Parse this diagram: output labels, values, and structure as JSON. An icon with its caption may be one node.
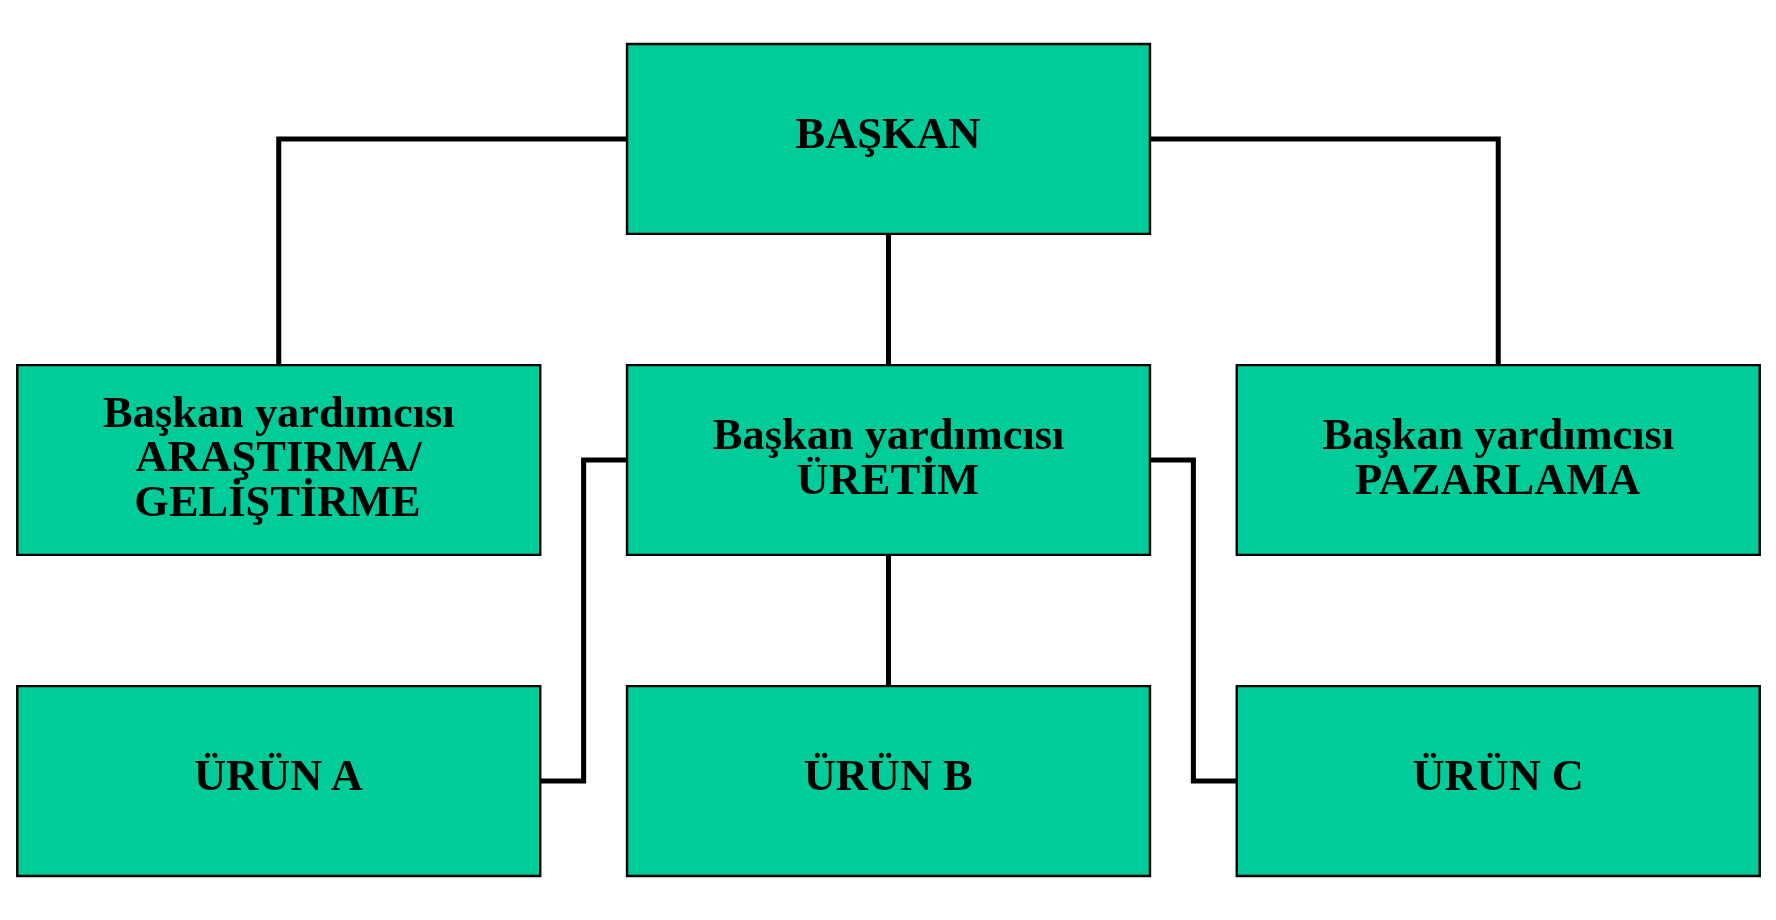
{
  "diagram": {
    "nodes": [
      {
        "text": [
          "BAŞKAN"
        ]
      },
      {
        "text": [
          "Başkan yardımcısı",
          "ARAŞTIRMA/ GELİŞTİRME"
        ]
      },
      {
        "text": [
          "Başkan yardımcısı",
          "ÜRETİM"
        ]
      },
      {
        "text": [
          "Başkan yardımcısı",
          "PAZARLAMA"
        ]
      },
      {
        "text": [
          "ÜRÜN A"
        ]
      },
      {
        "text": [
          "ÜRÜN B"
        ]
      },
      {
        "text": [
          "ÜRÜN C"
        ]
      }
    ],
    "edges": [
      {
        "from": 0,
        "to": 1,
        "arrow": "none"
      },
      {
        "from": 0,
        "to": 2,
        "arrow": "none"
      },
      {
        "from": 0,
        "to": 3,
        "arrow": "none"
      },
      {
        "from": 2,
        "to": 4,
        "arrow": "none"
      },
      {
        "from": 2,
        "to": 5,
        "arrow": "none"
      },
      {
        "from": 2,
        "to": 6,
        "arrow": "none"
      }
    ]
  }
}
